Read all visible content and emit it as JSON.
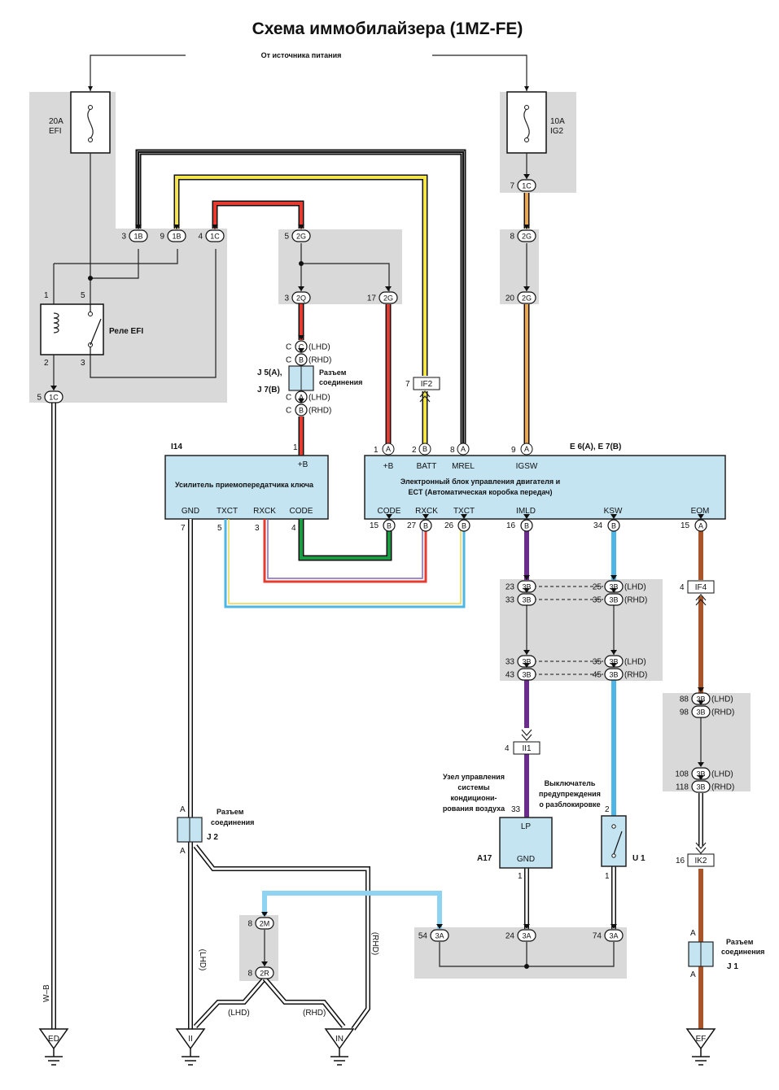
{
  "title": "Схема иммобилайзера (1MZ-FE)",
  "power_source": "От  источника питания",
  "fuses": {
    "efi": {
      "rating": "20A",
      "name": "EFI"
    },
    "ig2": {
      "rating": "10A",
      "name": "IG2"
    }
  },
  "relay": {
    "name": "Реле EFI",
    "pins": [
      "1",
      "5",
      "2",
      "3"
    ]
  },
  "junction_j5": {
    "id_a": "J 5(A),",
    "id_b": "J 7(B)",
    "label_l1": "Разъем",
    "label_l2": "соединения"
  },
  "junction_j2": {
    "id": "J 2",
    "label_l1": "Разъем",
    "label_l2": "соединения"
  },
  "junction_j1": {
    "id": "J 1",
    "label_l1": "Разъем",
    "label_l2": "соединения"
  },
  "amplifier": {
    "id": "I14",
    "name": "Усилитель приемопередатчика ключа",
    "top_pin": {
      "num": "1",
      "name": "+B"
    },
    "bottom_pins": [
      {
        "num": "7",
        "name": "GND"
      },
      {
        "num": "5",
        "name": "TXCT"
      },
      {
        "num": "3",
        "name": "RXCK"
      },
      {
        "num": "4",
        "name": "CODE"
      }
    ]
  },
  "ecu": {
    "id": "E 6(A), E 7(B)",
    "name_l1": "Электронный блок управления двигателя и",
    "name_l2": "ECT (Автоматическая коробка передач)",
    "top_pins": [
      {
        "num": "1",
        "conn": "A",
        "name": "+B"
      },
      {
        "num": "2",
        "conn": "B",
        "name": "BATT"
      },
      {
        "num": "8",
        "conn": "A",
        "name": "MREL"
      },
      {
        "num": "9",
        "conn": "A",
        "name": "IGSW"
      }
    ],
    "bottom_pins": [
      {
        "num": "15",
        "conn": "B",
        "name": "CODE"
      },
      {
        "num": "27",
        "conn": "B",
        "name": "RXCK"
      },
      {
        "num": "26",
        "conn": "B",
        "name": "TXCT"
      },
      {
        "num": "16",
        "conn": "B",
        "name": "IMLD"
      },
      {
        "num": "34",
        "conn": "B",
        "name": "KSW"
      },
      {
        "num": "15",
        "conn": "A",
        "name": "EOM"
      }
    ]
  },
  "ac_unit": {
    "id": "A17",
    "desc": [
      "Узел управления",
      "системы",
      "кондициони-",
      "рования воздуха"
    ],
    "pin_lp": "LP",
    "pin_gnd": "GND",
    "lp_num": "33",
    "gnd_num": "1"
  },
  "switch_unit": {
    "id": "U 1",
    "desc": [
      "Выключатель",
      "предупреждения",
      "о разблокировке"
    ],
    "top_num": "2",
    "bottom_num": "1"
  },
  "inline_connectors": {
    "if2": "IF2",
    "if4": "IF4",
    "ii1": "II1",
    "ik2": "IK2"
  },
  "connector_codes": {
    "1B": "1B",
    "1C": "1C",
    "2G": "2G",
    "2Q": "2Q",
    "2M": "2M",
    "2R": "2R",
    "3A": "3A",
    "3B": "3B",
    "A": "A",
    "B": "B",
    "C": "C"
  },
  "variants": {
    "lhd": "(LHD)",
    "rhd": "(RHD)"
  },
  "wire_label_wb": "W–B",
  "grounds": [
    "ED",
    "II",
    "IN",
    "EF"
  ],
  "colors": {
    "black": "#141414",
    "yellow": "#f4e64a",
    "red": "#e63b30",
    "orange": "#f0a64a",
    "green": "#1f9a44",
    "blue": "#4db6e6",
    "lightblue": "#8ed3f1",
    "purple": "#6b2d8c",
    "brown": "#a8552b",
    "gray": "#d9d9d9",
    "module": "#c4e4f2"
  }
}
